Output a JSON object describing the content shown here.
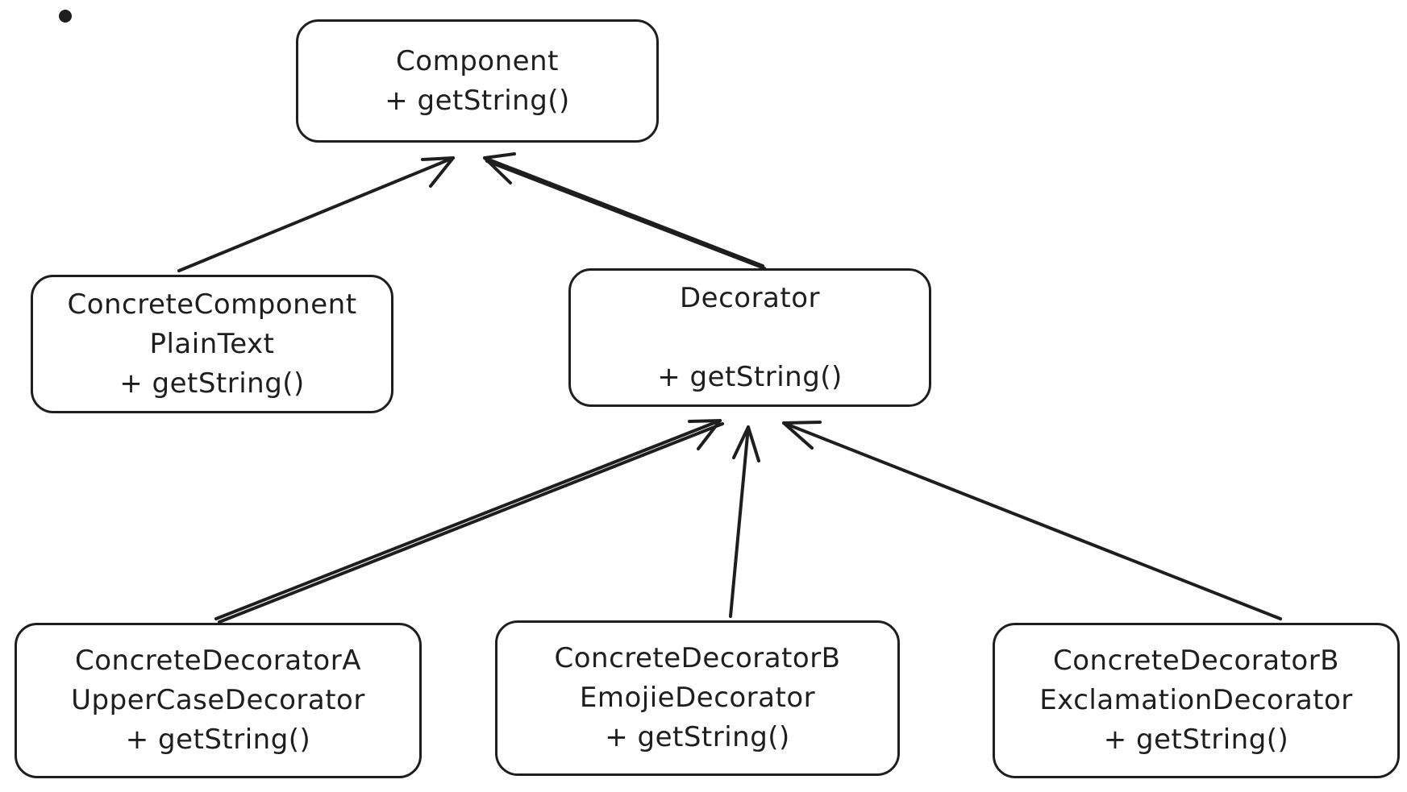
{
  "diagram": {
    "nodes": [
      {
        "id": "component",
        "lines": [
          "Component",
          "+ getString()"
        ]
      },
      {
        "id": "concrete-component",
        "lines": [
          "ConcreteComponent",
          "PlainText",
          "+ getString()"
        ]
      },
      {
        "id": "decorator",
        "lines": [
          "Decorator",
          "",
          "+ getString()"
        ]
      },
      {
        "id": "concrete-decorator-a",
        "lines": [
          "ConcreteDecoratorA",
          "UpperCaseDecorator",
          "+ getString()"
        ]
      },
      {
        "id": "concrete-decorator-b-emoji",
        "lines": [
          "ConcreteDecoratorB",
          "EmojieDecorator",
          "+ getString()"
        ]
      },
      {
        "id": "concrete-decorator-b-exclamation",
        "lines": [
          "ConcreteDecoratorB",
          "ExclamationDecorator",
          "+ getString()"
        ]
      }
    ],
    "edges": [
      {
        "from": "concrete-component",
        "to": "component"
      },
      {
        "from": "decorator",
        "to": "component"
      },
      {
        "from": "concrete-decorator-a",
        "to": "decorator"
      },
      {
        "from": "concrete-decorator-b-emoji",
        "to": "decorator"
      },
      {
        "from": "concrete-decorator-b-exclamation",
        "to": "decorator"
      }
    ]
  }
}
